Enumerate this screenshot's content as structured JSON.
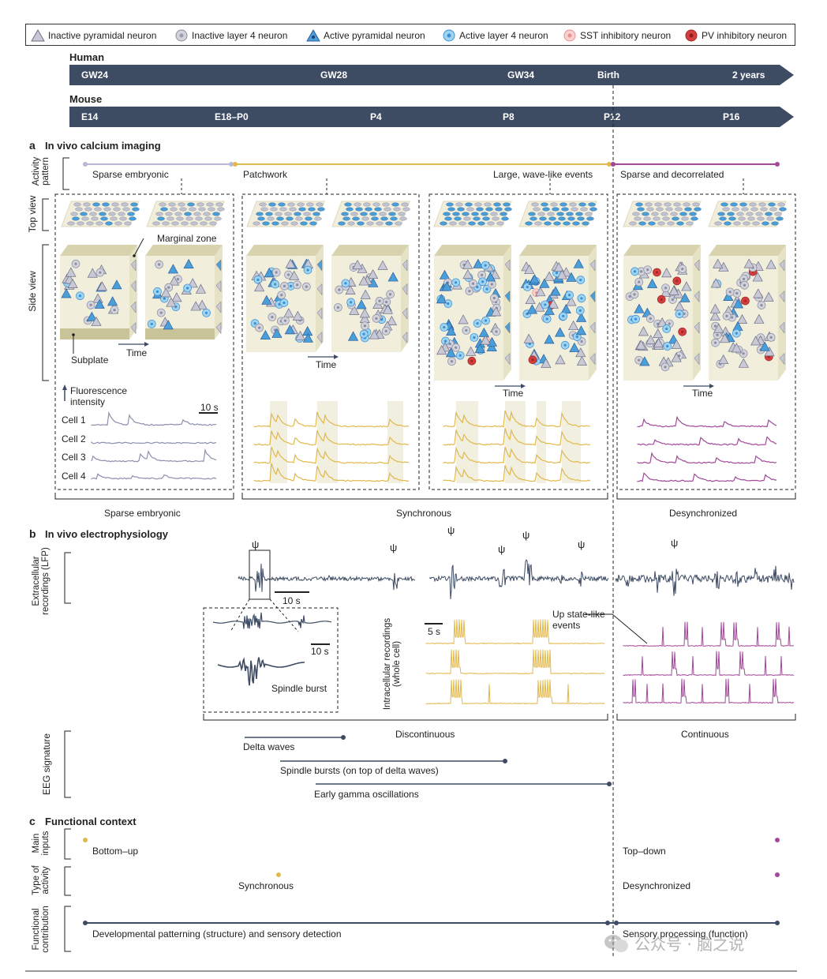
{
  "legend": {
    "items": [
      {
        "label": "Inactive pyramidal neuron"
      },
      {
        "label": "Inactive layer 4 neuron"
      },
      {
        "label": "Active pyramidal neuron"
      },
      {
        "label": "Active layer 4 neuron"
      },
      {
        "label": "SST inhibitory neuron"
      },
      {
        "label": "PV inhibitory neuron"
      }
    ]
  },
  "timelines": {
    "human": {
      "label": "Human",
      "ticks": [
        "GW24",
        "GW28",
        "GW34",
        "Birth",
        "2 years"
      ]
    },
    "mouse": {
      "label": "Mouse",
      "ticks": [
        "E14",
        "E18–P0",
        "P4",
        "P8",
        "P12",
        "P16"
      ]
    }
  },
  "section_a": {
    "letter": "a",
    "title": "In vivo calcium imaging",
    "activity_pattern_label": "Activity pattern",
    "phases": [
      "Sparse embryonic",
      "Patchwork",
      "Large, wave-like events",
      "Sparse and decorrelated"
    ],
    "top_view_label": "Top view",
    "side_view_label": "Side view",
    "marginal_zone": "Marginal zone",
    "subplate": "Subplate",
    "time": "Time",
    "fluorescence": "Fluorescence intensity",
    "scale": "10 s",
    "cells": [
      "Cell 1",
      "Cell 2",
      "Cell 3",
      "Cell 4"
    ],
    "brackets": [
      "Sparse embryonic",
      "Synchronous",
      "Desynchronized"
    ]
  },
  "section_b": {
    "letter": "b",
    "title": "In vivo electrophysiology",
    "lfp_label": "Extracellular recordings (LFP)",
    "psi": "ψ",
    "scale_10s": "10 s",
    "scale_5s": "5 s",
    "spindle_burst": "Spindle burst",
    "intracellular_label": "Intracellular recordings (whole cell)",
    "up_state": "Up state-like events",
    "discontinuous": "Discontinuous",
    "continuous": "Continuous",
    "eeg_label": "EEG signature",
    "eeg_items": [
      "Delta waves",
      "Spindle bursts (on top of delta waves)",
      "Early gamma oscillations"
    ]
  },
  "section_c": {
    "letter": "c",
    "title": "Functional context",
    "main_inputs_label": "Main inputs",
    "bottom_up": "Bottom–up",
    "top_down": "Top–down",
    "type_label": "Type of activity",
    "synchronous": "Synchronous",
    "desynchronized": "Desynchronized",
    "functional_label": "Functional contribution",
    "structure": "Developmental patterning (structure) and sensory detection",
    "function": "Sensory processing (function)"
  },
  "watermark": "公众号 · 脑之说",
  "colors": {
    "navy": "#3d4b63",
    "gold": "#e2b84a",
    "purple": "#a2479a",
    "lavender": "#b9b6d6",
    "blue": "#4a9fd8",
    "red": "#d63d3d",
    "pink": "#f3a6a6",
    "cream": "#f1eedc",
    "khaki": "#d8d3ad"
  }
}
